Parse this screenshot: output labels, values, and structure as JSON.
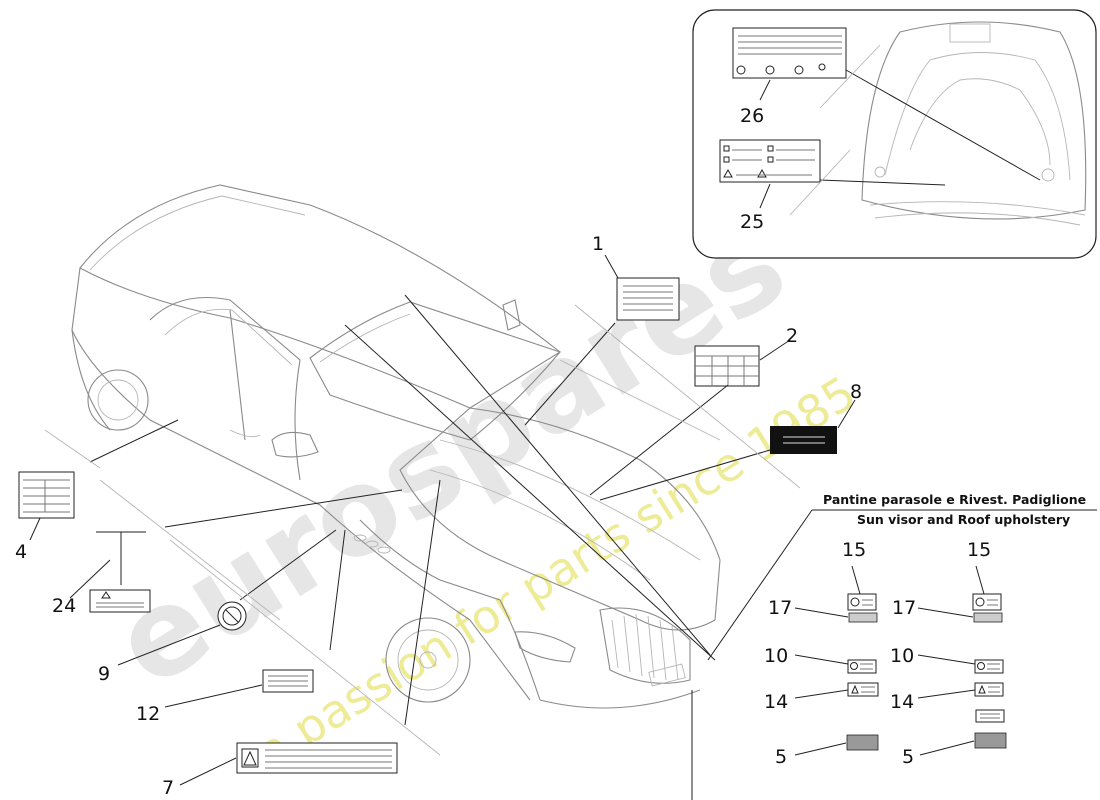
{
  "watermark": {
    "brand": "eurospares",
    "tagline": "a passion for parts since 1985"
  },
  "panel": {
    "title_it": "Pantine parasole e Rivest. Padiglione",
    "title_en": "Sun visor and Roof upholstery"
  },
  "callouts": {
    "c1": "1",
    "c2": "2",
    "c4": "4",
    "c5a": "5",
    "c5b": "5",
    "c7": "7",
    "c8": "8",
    "c9": "9",
    "c10a": "10",
    "c10b": "10",
    "c12": "12",
    "c14a": "14",
    "c14b": "14",
    "c15a": "15",
    "c15b": "15",
    "c17a": "17",
    "c17b": "17",
    "c24": "24",
    "c25": "25",
    "c26": "26"
  }
}
